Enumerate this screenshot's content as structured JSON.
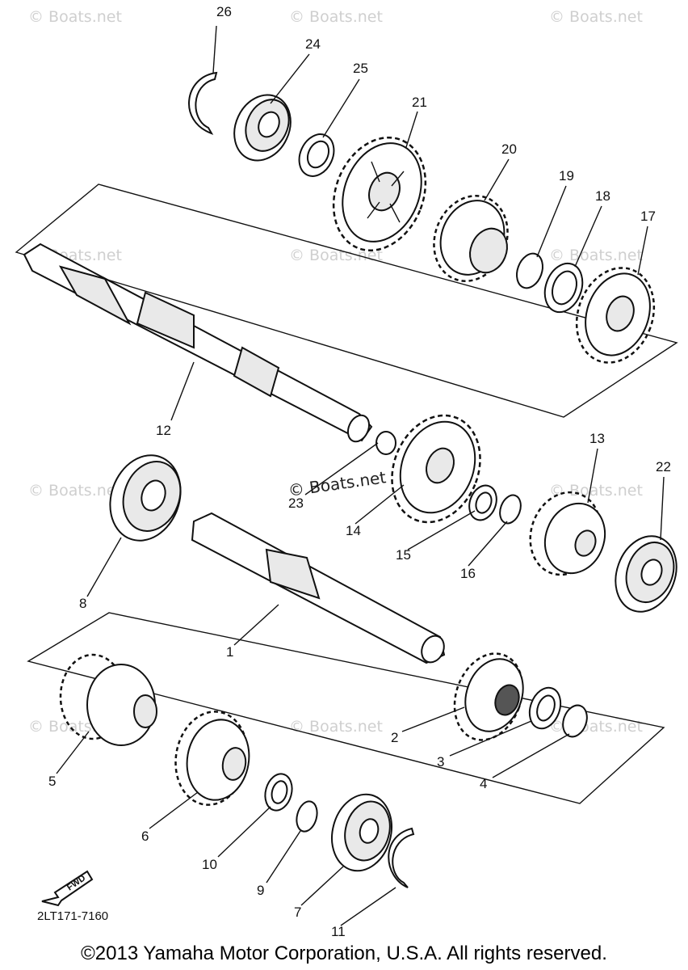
{
  "watermark": "© Boats.net",
  "drawing_code": "2LT171-7160",
  "fwd_label": "FWD",
  "copyright": "©2013 Yamaha Motor Corporation, U.S.A. All rights reserved.",
  "callouts": {
    "p1": "1",
    "p2": "2",
    "p3": "3",
    "p4": "4",
    "p5": "5",
    "p6": "6",
    "p7": "7",
    "p8": "8",
    "p9": "9",
    "p10": "10",
    "p11": "11",
    "p12": "12",
    "p13": "13",
    "p14": "14",
    "p15": "15",
    "p16": "16",
    "p17": "17",
    "p18": "18",
    "p19": "19",
    "p20": "20",
    "p21": "21",
    "p22": "22",
    "p23": "23",
    "p24": "24",
    "p25": "25",
    "p26": "26"
  }
}
